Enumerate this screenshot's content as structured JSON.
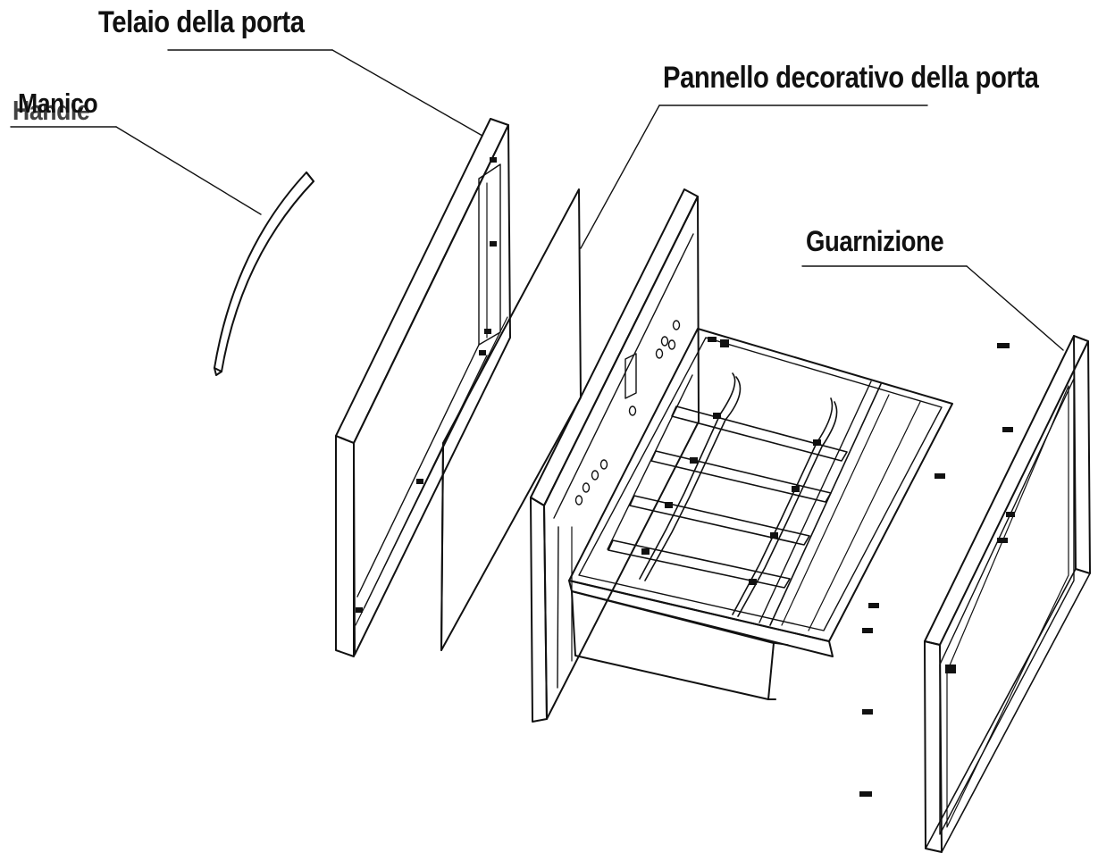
{
  "labels": {
    "door_frame": "Telaio della porta",
    "decorative_panel": "Pannello decorativo della porta",
    "handle": "Manico",
    "handle_overlap": "Handle",
    "gasket": "Guarnizione"
  },
  "colors": {
    "ink": "#111111",
    "background": "#ffffff"
  }
}
